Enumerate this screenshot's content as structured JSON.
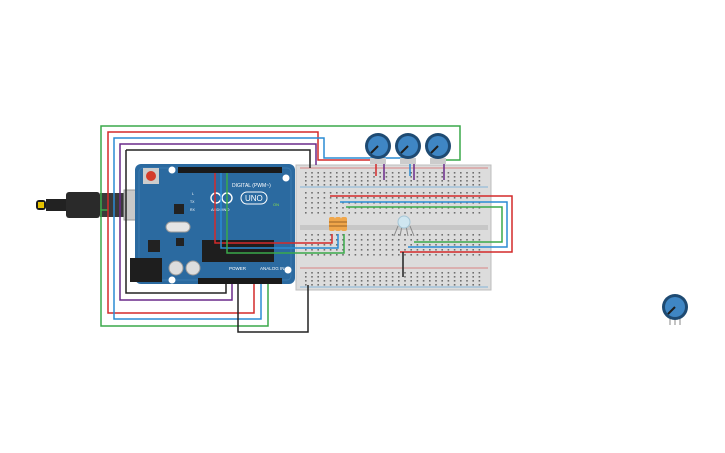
{
  "board": {
    "logo_text": "UNO",
    "brand_text": "ARDUINO",
    "digital_label": "DIGITAL (PWM~)",
    "power_label": "POWER",
    "analog_label": "ANALOG IN",
    "on_label": "ON",
    "tx_label": "TX",
    "rx_label": "RX",
    "l_label": "L",
    "aref_label": "AREF",
    "gnd_label": "GND",
    "reset_label": "RESET"
  },
  "components": [
    {
      "id": "potentiometer-1",
      "type": "potentiometer"
    },
    {
      "id": "potentiometer-2",
      "type": "potentiometer"
    },
    {
      "id": "potentiometer-3",
      "type": "potentiometer"
    },
    {
      "id": "potentiometer-4",
      "type": "potentiometer",
      "note_free": true
    },
    {
      "id": "resistors",
      "type": "resistor",
      "count": 3
    },
    {
      "id": "rgb-led",
      "type": "rgb-led"
    },
    {
      "id": "usb-cable",
      "type": "cable"
    },
    {
      "id": "breadboard",
      "type": "breadboard"
    }
  ],
  "colors": {
    "board_blue": "#2b6aa0",
    "wire_red": "#d42a2a",
    "wire_green": "#3aa94a",
    "wire_blue": "#2a8bd4",
    "wire_purple": "#6a2a8a",
    "wire_black": "#222222",
    "pot_blue": "#3f86c4",
    "resistor_orange": "#f0a64a"
  }
}
